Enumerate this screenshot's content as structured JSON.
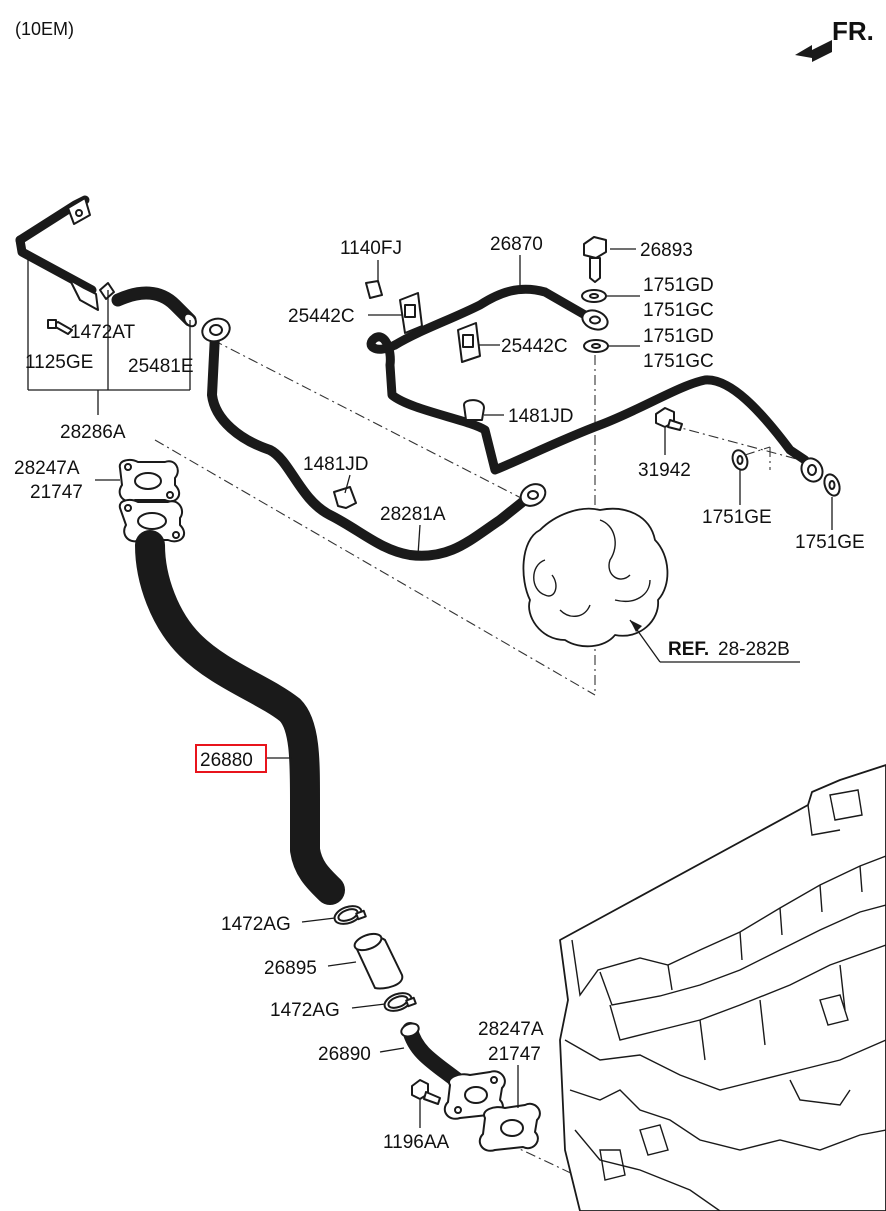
{
  "header": {
    "model_code": "(10EM)",
    "direction_label": "FR."
  },
  "reference": {
    "prefix": "REF.",
    "code": "28-282B"
  },
  "labels": {
    "p1140FJ": "1140FJ",
    "p26870": "26870",
    "p26893": "26893",
    "p1751GD_a": "1751GD",
    "p1751GC_a": "1751GC",
    "p25442C_a": "25442C",
    "p25442C_b": "25442C",
    "p1751GD_b": "1751GD",
    "p1751GC_b": "1751GC",
    "p1472AT": "1472AT",
    "p1125GE": "1125GE",
    "p25481E": "25481E",
    "p1481JD_a": "1481JD",
    "p28286A": "28286A",
    "p28247A_a": "28247A",
    "p21747_a": "21747",
    "p1481JD_b": "1481JD",
    "p31942": "31942",
    "p28281A": "28281A",
    "p1751GE_a": "1751GE",
    "p1751GE_b": "1751GE",
    "p26880": "26880",
    "p1472AG_a": "1472AG",
    "p26895": "26895",
    "p1472AG_b": "1472AG",
    "p28247A_b": "28247A",
    "p21747_b": "21747",
    "p26890": "26890",
    "p1196AA": "1196AA"
  },
  "highlight": {
    "part": "26880",
    "color": "#e8141c"
  }
}
